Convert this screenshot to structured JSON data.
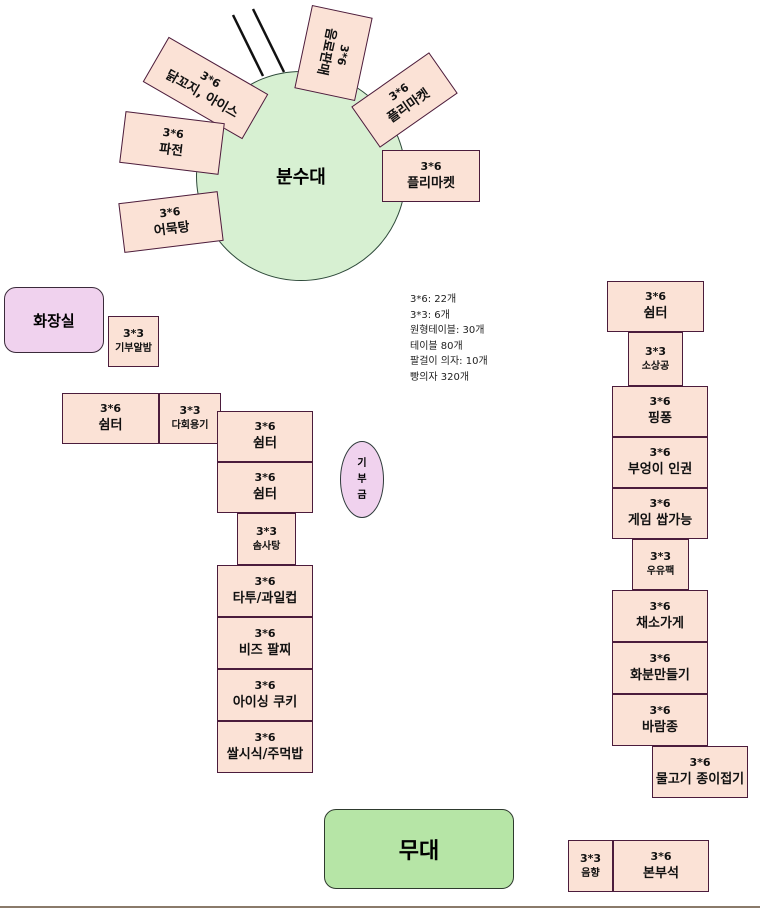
{
  "fountain": "분수대",
  "restroom": "화장실",
  "stage": "무대",
  "donation": [
    "기",
    "부",
    "금"
  ],
  "legend": [
    "3*6: 22개",
    "3*3: 6개",
    "원형테이블: 30개",
    "테이블 80개",
    "팔걸이 의자: 10개",
    "빵의자 320개"
  ],
  "fountain_booths": [
    {
      "size": "3*6",
      "name": "닭꼬지, 아이스"
    },
    {
      "size": "3*6",
      "name": "파전"
    },
    {
      "size": "3*6",
      "name": "어묵탕"
    },
    {
      "size": "3*6",
      "name": "음료판매"
    },
    {
      "size": "3*6",
      "name": "플리마켓"
    },
    {
      "size": "3*6",
      "name": "플리마켓"
    }
  ],
  "left_booths": [
    {
      "size": "3*3",
      "name": "기부알밤"
    },
    {
      "size": "3*6",
      "name": "쉼터"
    },
    {
      "size": "3*3",
      "name": "다회용기"
    },
    {
      "size": "3*6",
      "name": "쉼터"
    },
    {
      "size": "3*6",
      "name": "쉼터"
    },
    {
      "size": "3*3",
      "name": "솜사탕"
    },
    {
      "size": "3*6",
      "name": "타투/과일컵"
    },
    {
      "size": "3*6",
      "name": "비즈 팔찌"
    },
    {
      "size": "3*6",
      "name": "아이싱 쿠키"
    },
    {
      "size": "3*6",
      "name": "쌀시식/주먹밥"
    }
  ],
  "right_booths": [
    {
      "size": "3*6",
      "name": "쉼터"
    },
    {
      "size": "3*3",
      "name": "소상공"
    },
    {
      "size": "3*6",
      "name": "핑퐁"
    },
    {
      "size": "3*6",
      "name": "부엉이 인권"
    },
    {
      "size": "3*6",
      "name": "게임 쌉가능"
    },
    {
      "size": "3*3",
      "name": "우유팩"
    },
    {
      "size": "3*6",
      "name": "채소가게"
    },
    {
      "size": "3*6",
      "name": "화분만들기"
    },
    {
      "size": "3*6",
      "name": "바람종"
    },
    {
      "size": "3*6",
      "name": "물고기 종이접기"
    },
    {
      "size": "3*3",
      "name": "음향"
    },
    {
      "size": "3*6",
      "name": "본부석"
    }
  ]
}
